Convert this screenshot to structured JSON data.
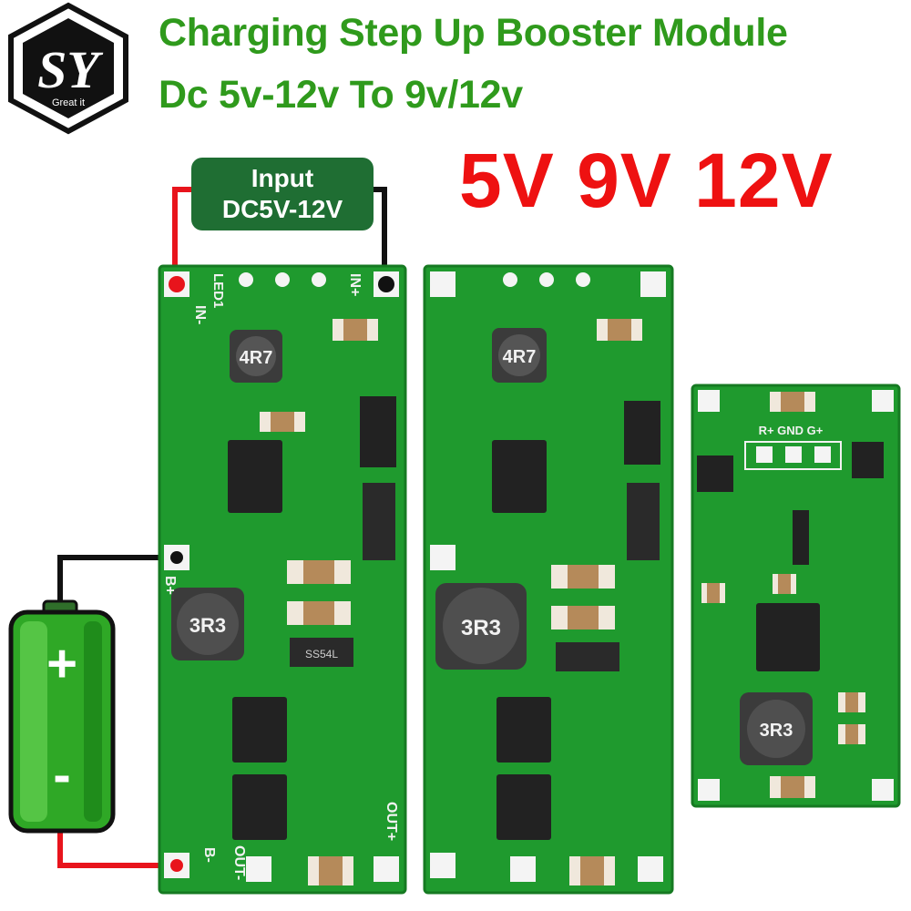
{
  "logo": {
    "letters": "SY",
    "tagline": "Great it"
  },
  "title_line1": "Charging Step Up Booster Module",
  "title_line2": "Dc 5v-12v To 9v/12v",
  "voltages": "5V 9V 12V",
  "input_label": {
    "line1": "Input",
    "line2": "DC5V-12V"
  },
  "battery": {
    "plus": "+",
    "minus": "-"
  },
  "board_labels": {
    "in_minus": "IN-",
    "in_plus": "IN+",
    "led": "LED1",
    "b_plus": "B+",
    "b_minus": "B-",
    "out_minus": "OUT-",
    "out_plus": "OUT+",
    "l1": "4R7",
    "l2": "3R3",
    "diode": "SS54L",
    "rgnd": "R+ GND G+"
  },
  "colors": {
    "pcb": "#1f9a2e",
    "pcb_dark": "#167a22",
    "title_green": "#2f9a1c",
    "voltage_red": "#ee1111",
    "label_bg": "#1f6e33",
    "wire_red": "#e8141c",
    "wire_black": "#111111"
  }
}
